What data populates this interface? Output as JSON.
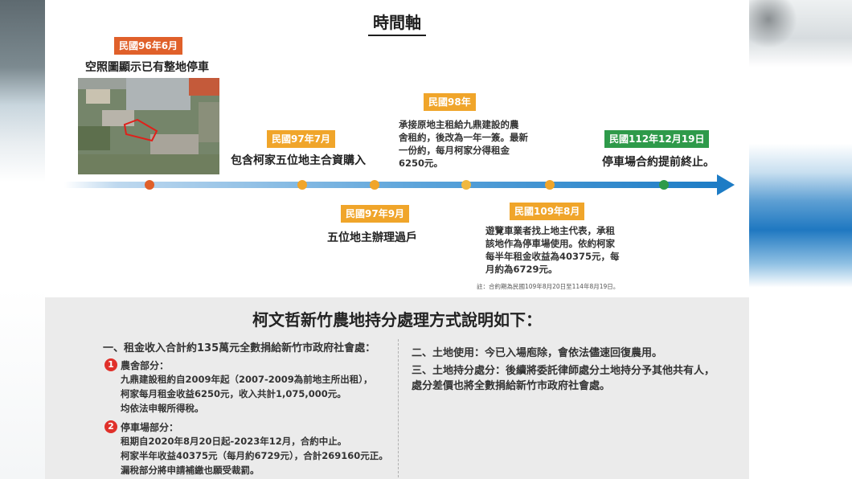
{
  "title": "時間軸",
  "events": [
    {
      "date": "民國96年6月",
      "caption": "空照圖顯示已有整地停車"
    },
    {
      "date": "民國97年7月",
      "caption": "包含柯家五位地主合資購入"
    },
    {
      "date": "民國97年9月",
      "caption": "五位地主辦理過戶"
    },
    {
      "date": "民國98年",
      "lines": [
        "承接原地主租給九鼎建設的農",
        "舍租約，後改為一年一簽。最新",
        "一份約，每月柯家分得租金",
        "6250元。"
      ]
    },
    {
      "date": "民國109年8月",
      "lines": [
        "遊覽車業者找上地主代表，承租",
        "該地作為停車場使用。依約柯家",
        "每半年租金收益為40375元，每",
        "月約為6729元。"
      ],
      "note": "註：合約期為民國109年8月20日至114年8月19日。"
    },
    {
      "date": "民國112年12月19日",
      "caption": "停車場合約提前終止。"
    }
  ],
  "colors": {
    "red": "#e0602a",
    "orange": "#f0a52a",
    "green": "#2e9a4a",
    "arrow": "#1d7cc5"
  },
  "panel": {
    "title": "柯文哲新竹農地持分處理方式說明如下：",
    "section1": {
      "heading": "一、租金收入合計約135萬元全數捐給新竹市政府社會處：",
      "items": [
        {
          "num": "1",
          "title": "農舍部分：",
          "lines": [
            "九鼎建設租約自2009年起（2007-2009為前地主所出租），",
            "柯家每月租金收益6250元，收入共計1,075,000元。",
            "均依法申報所得稅。"
          ]
        },
        {
          "num": "2",
          "title": "停車場部分：",
          "lines": [
            "租期自2020年8月20日起-2023年12月，合約中止。",
            "柯家半年收益40375元（每月約6729元），合計269160元正。",
            "漏稅部分將申請補繳也願受裁罰。"
          ]
        }
      ]
    },
    "section2": "二、土地使用：今已入場庖除，會依法儘速回復農用。",
    "section3": [
      "三、土地持分處分：後續將委託律師處分土地持分予其他共有人，",
      "處分差價也將全數捐給新竹市政府社會處。"
    ]
  }
}
